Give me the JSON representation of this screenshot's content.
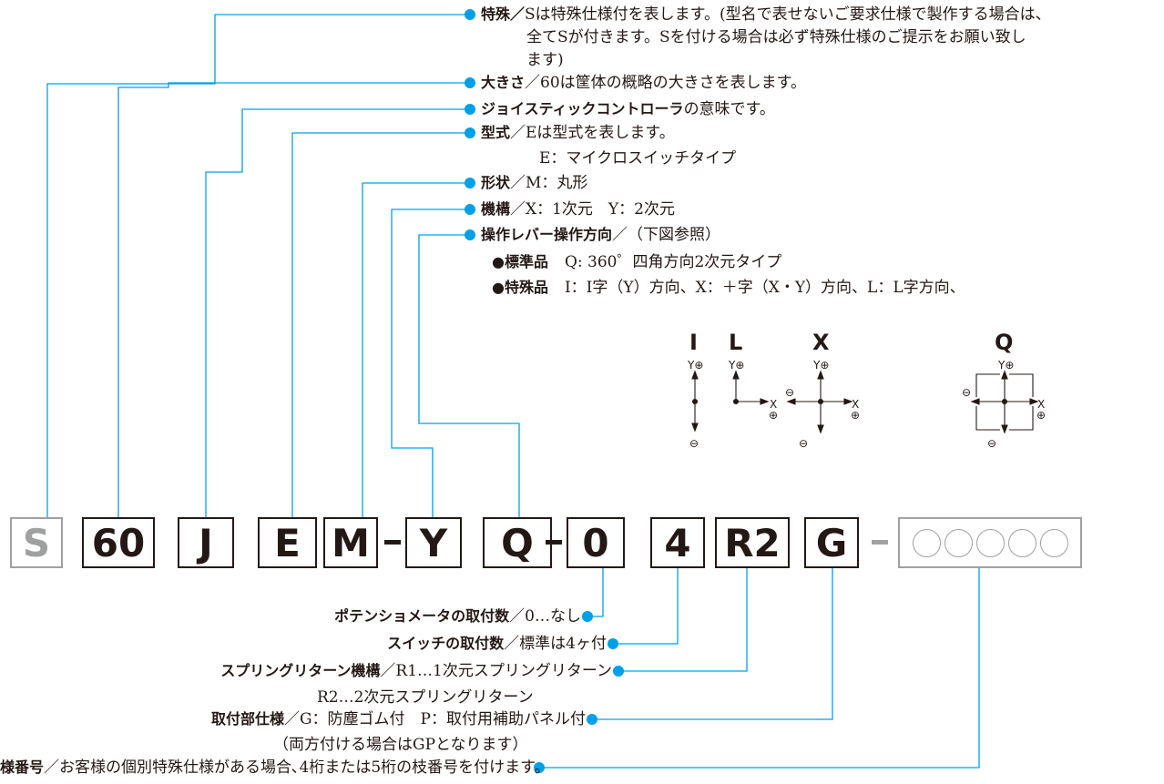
{
  "top_notes": {
    "tokushu_title": "特殊／",
    "tokushu_text": "Sは特殊仕様付を表します。(型名で表せないご要求仕様で製作する場合は、",
    "tokushu_line2": "全てSが付きます。Sを付ける場合は必ず特殊仕様のご提示をお願い致し",
    "tokushu_line3": "ます)",
    "ookisa_title": "大きさ",
    "ookisa_text": "／60は筐体の概略の大きさを表します。",
    "joystick_title": "ジョイスティックコントローラ",
    "joystick_text": "の意味です。",
    "keishiki_title": "型式",
    "keishiki_text": "／Eは型式を表します。",
    "keishiki_line2": "E：マイクロスイッチタイプ",
    "keijo_title": "形状",
    "keijo_text": "／M：丸形",
    "kiko_title": "機構",
    "kiko_text": "／X：1次元　Y：2次元",
    "lever_title": "操作レバー操作方向",
    "lever_text": "／（下図参照）",
    "std_label": "●標準品",
    "std_text": "Q: 360゜四角方向2次元タイプ",
    "special_label": "●特殊品",
    "special_text": "I：I字（Y）方向、X：＋字（X・Y）方向、L：L字方向、"
  },
  "direction_figure": {
    "labels": [
      "I",
      "L",
      "X",
      "Q"
    ],
    "y_plus": "Y⊕",
    "x_label": "X",
    "plus": "⊕",
    "minus": "⊖"
  },
  "code_boxes": [
    "S",
    "60",
    "J",
    "E",
    "M",
    "Y",
    "Q",
    "0",
    "4",
    "R2",
    "G"
  ],
  "bottom_notes": {
    "pot_title": "ポテンショメータの取付数",
    "pot_text": "／0…なし",
    "switch_title": "スイッチの取付数",
    "switch_text": "／標準は4ヶ付",
    "spring_title": "スプリングリターン機構",
    "spring_text": "／R1…1次元スプリングリターン",
    "spring_line2": "R2…2次元スプリングリターン",
    "mount_title": "取付部仕様",
    "mount_text": "／G：防塵ゴム付　P：取付用補助パネル付",
    "mount_line2": "（両方付ける場合はGPとなります）",
    "branch_title": "様番号",
    "branch_text": "／お客様の個別特殊仕様がある場合､4桁または5桁の枝番号を付けます。"
  },
  "colors": {
    "accent": "#00a0e9",
    "text": "#231815",
    "gray": "#9fa0a0"
  }
}
